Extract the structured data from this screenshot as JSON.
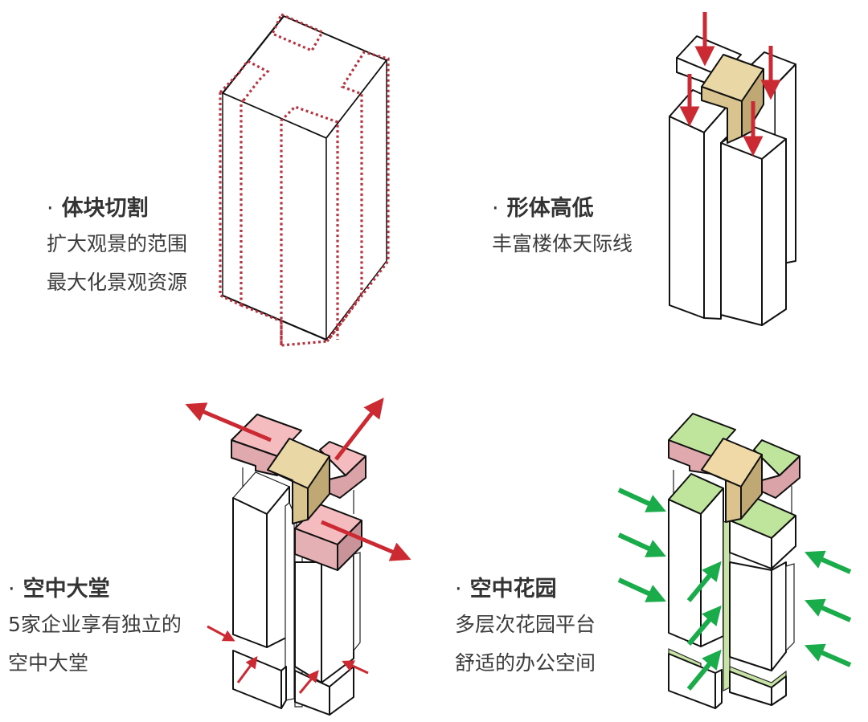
{
  "panels": [
    {
      "id": "massing-cut",
      "title": "体块切割",
      "bullet": "·",
      "lines": [
        "扩大观景的范围",
        "最大化景观资源"
      ]
    },
    {
      "id": "height-variation",
      "title": "形体高低",
      "bullet": "·",
      "lines": [
        "丰富楼体天际线"
      ]
    },
    {
      "id": "sky-lobby",
      "title": "空中大堂",
      "bullet": "·",
      "lines": [
        "5家企业享有独立的",
        "空中大堂"
      ]
    },
    {
      "id": "sky-garden",
      "title": "空中花园",
      "bullet": "·",
      "lines": [
        "多层次花园平台",
        "舒适的办公空间"
      ]
    }
  ],
  "colors": {
    "cut_line": "#b5333f",
    "arrow_red": "#cc2a33",
    "arrow_green": "#1aab4b",
    "core_top": "#ead7a6",
    "core_side": "#c9b27e",
    "lobby_top": "#f5bcc0",
    "lobby_side": "#d9a3a8",
    "garden_top": "#bfe59c",
    "garden_strip": "#c7e4a6",
    "white": "#ffffff"
  }
}
